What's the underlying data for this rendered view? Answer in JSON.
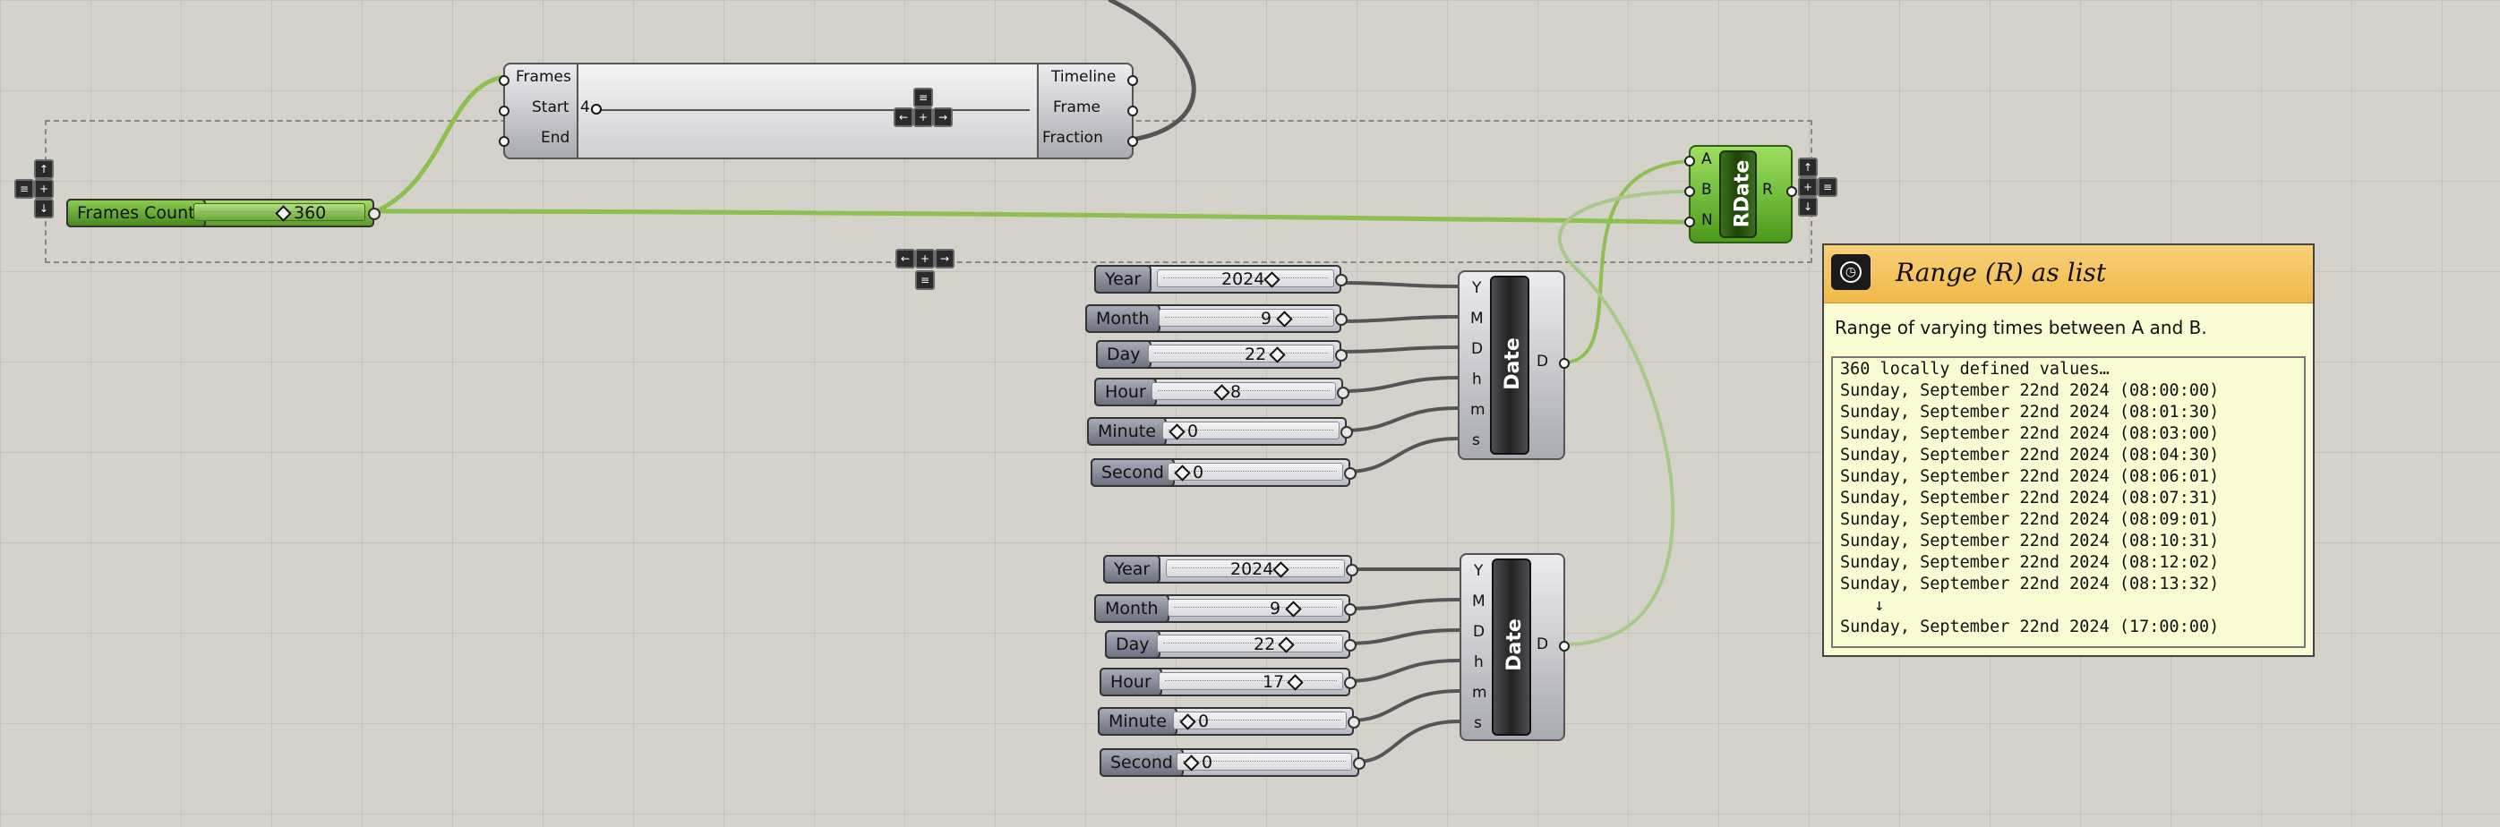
{
  "frames_count": {
    "label": "Frames Count",
    "value": "360"
  },
  "animator": {
    "inputs": [
      "Frames",
      "Start",
      "End"
    ],
    "outputs": [
      "Timeline",
      "Frame",
      "Fraction"
    ],
    "current_frame": "4"
  },
  "date_start": {
    "component_label": "Date",
    "output": "D",
    "inputs": [
      "Y",
      "M",
      "D",
      "h",
      "m",
      "s"
    ],
    "sliders": [
      {
        "label": "Year",
        "value": "2024"
      },
      {
        "label": "Month",
        "value": "9"
      },
      {
        "label": "Day",
        "value": "22"
      },
      {
        "label": "Hour",
        "value": "8"
      },
      {
        "label": "Minute",
        "value": "0"
      },
      {
        "label": "Second",
        "value": "0"
      }
    ]
  },
  "date_end": {
    "component_label": "Date",
    "output": "D",
    "inputs": [
      "Y",
      "M",
      "D",
      "h",
      "m",
      "s"
    ],
    "sliders": [
      {
        "label": "Year",
        "value": "2024"
      },
      {
        "label": "Month",
        "value": "9"
      },
      {
        "label": "Day",
        "value": "22"
      },
      {
        "label": "Hour",
        "value": "17"
      },
      {
        "label": "Minute",
        "value": "0"
      },
      {
        "label": "Second",
        "value": "0"
      }
    ]
  },
  "rdate": {
    "label": "RDate",
    "inputs": [
      "A",
      "B",
      "N"
    ],
    "output": "R"
  },
  "tooltip": {
    "title": "Range (R) as list",
    "description": "Range of varying times between A and B.",
    "lines": [
      "360 locally defined values…",
      "Sunday, September 22nd 2024 (08:00:00)",
      "Sunday, September 22nd 2024 (08:01:30)",
      "Sunday, September 22nd 2024 (08:03:00)",
      "Sunday, September 22nd 2024 (08:04:30)",
      "Sunday, September 22nd 2024 (08:06:01)",
      "Sunday, September 22nd 2024 (08:07:31)",
      "Sunday, September 22nd 2024 (08:09:01)",
      "Sunday, September 22nd 2024 (08:10:31)",
      "Sunday, September 22nd 2024 (08:12:02)",
      "Sunday, September 22nd 2024 (08:13:32)",
      "↓",
      "Sunday, September 22nd 2024 (17:00:00)"
    ]
  },
  "colors": {
    "canvas": "#d4d2cb",
    "grid": "#c4c2ba",
    "wire_green": "#8cc152",
    "wire_grey": "#555555",
    "tooltip_header": "#f1b94a",
    "tooltip_body": "#fbfbd3"
  }
}
